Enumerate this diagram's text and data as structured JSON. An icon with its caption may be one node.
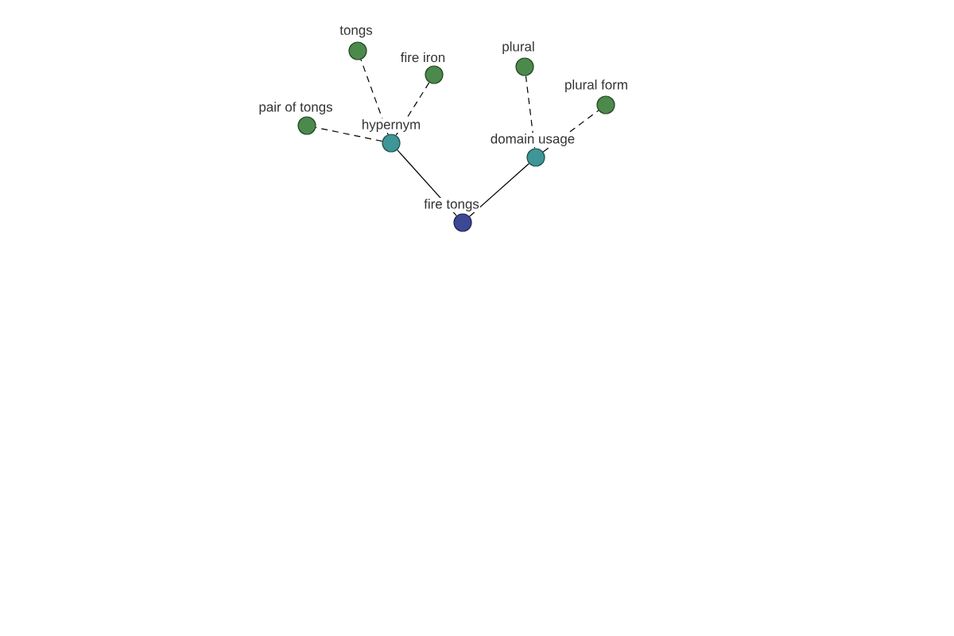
{
  "diagram": {
    "nodes": [
      {
        "text": [
          "fire tongs"
        ]
      },
      {
        "text": [
          "hypernym"
        ]
      },
      {
        "text": [
          "domain usage"
        ]
      },
      {
        "text": [
          "pair of tongs"
        ]
      },
      {
        "text": [
          "tongs"
        ]
      },
      {
        "text": [
          "fire iron"
        ]
      },
      {
        "text": [
          "plural"
        ]
      },
      {
        "text": [
          "plural form"
        ]
      }
    ],
    "edges": [
      {
        "from": 0,
        "to": 1,
        "arrow": "none"
      },
      {
        "from": 0,
        "to": 2,
        "arrow": "none"
      },
      {
        "from": 1,
        "to": 3,
        "arrow": "none",
        "style": "dashed"
      },
      {
        "from": 1,
        "to": 4,
        "arrow": "none",
        "style": "dashed"
      },
      {
        "from": 1,
        "to": 5,
        "arrow": "none",
        "style": "dashed"
      },
      {
        "from": 2,
        "to": 6,
        "arrow": "none",
        "style": "dashed"
      },
      {
        "from": 2,
        "to": 7,
        "arrow": "none",
        "style": "dashed"
      }
    ]
  }
}
